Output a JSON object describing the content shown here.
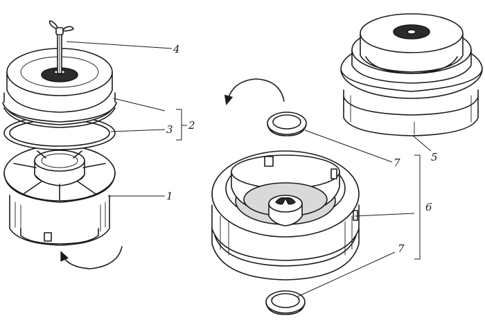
{
  "labels": {
    "l1": "1",
    "l2": "2",
    "l3": "3",
    "l4": "4",
    "l5": "5",
    "l6": "6",
    "l7a": "7",
    "l7b": "7"
  },
  "colors": {
    "ink": "#1a1a1a",
    "paper": "#ffffff"
  }
}
